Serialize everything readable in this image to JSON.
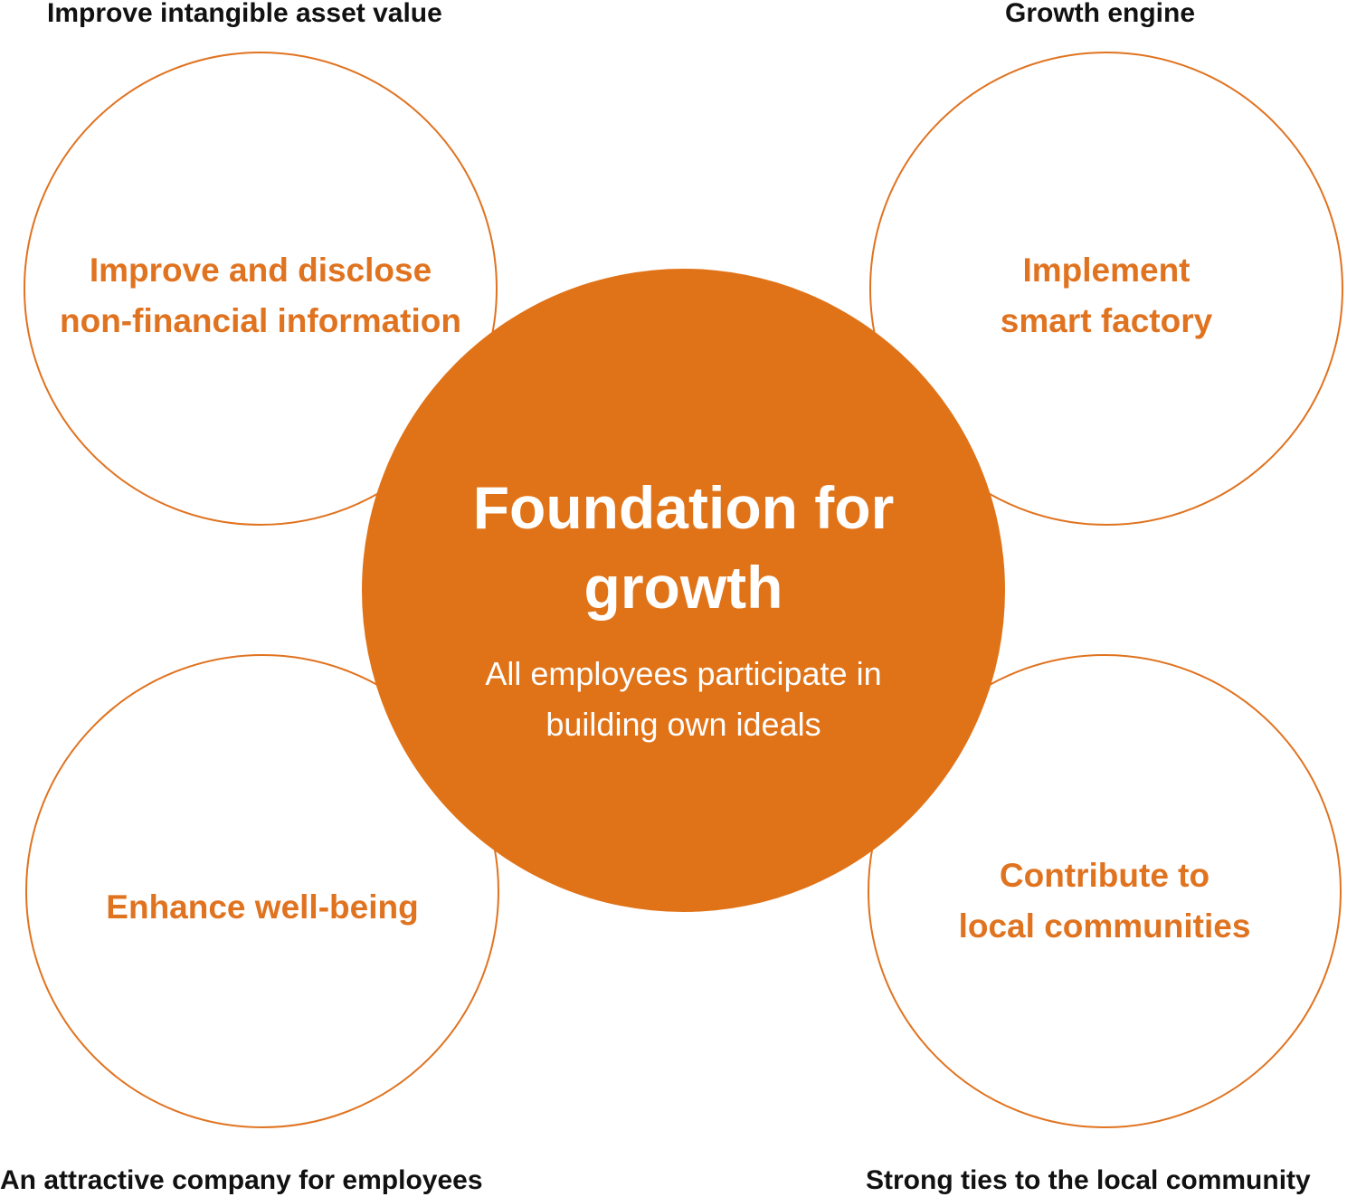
{
  "colors": {
    "accent": "#e07320",
    "center_fill": "#e07318",
    "label_text": "#111111",
    "center_text": "#ffffff"
  },
  "corner_labels": {
    "top_left": "Improve intangible asset value",
    "top_right": "Growth engine",
    "bottom_left": "An attractive company for employees",
    "bottom_right": "Strong ties to the local community"
  },
  "circles": {
    "top_left": {
      "lines": [
        "Improve and disclose",
        "non-financial information"
      ]
    },
    "top_right": {
      "lines": [
        "Implement",
        "smart factory"
      ]
    },
    "bottom_left": {
      "lines": [
        "Enhance well-being"
      ]
    },
    "bottom_right": {
      "lines": [
        "Contribute to",
        "local communities"
      ]
    }
  },
  "center": {
    "title_lines": [
      "Foundation for",
      "growth"
    ],
    "subtitle_lines": [
      "All employees participate in",
      "building own ideals"
    ]
  }
}
